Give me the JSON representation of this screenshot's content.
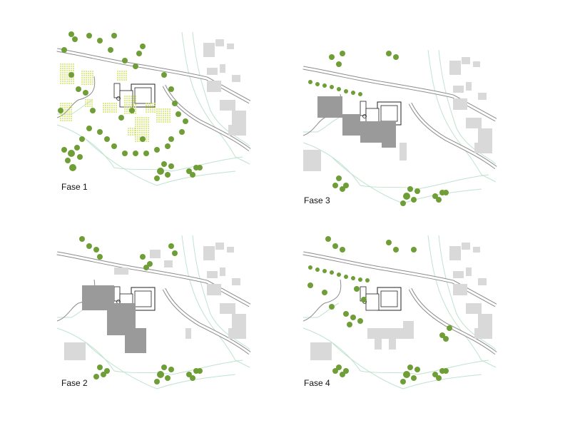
{
  "panels": [
    {
      "id": "fase1",
      "label": "Fase 1"
    },
    {
      "id": "fase3",
      "label": "Fase 3"
    },
    {
      "id": "fase2",
      "label": "Fase 2"
    },
    {
      "id": "fase4",
      "label": "Fase 4"
    }
  ],
  "colors": {
    "tree": "#6e9e35",
    "building_existing": "#d9d9d9",
    "building_new": "#9a9a9a",
    "road": "#8c8c8c",
    "contour": "#bfe3cf",
    "orchard": "#c5dc3a",
    "monastery": "#222222"
  }
}
